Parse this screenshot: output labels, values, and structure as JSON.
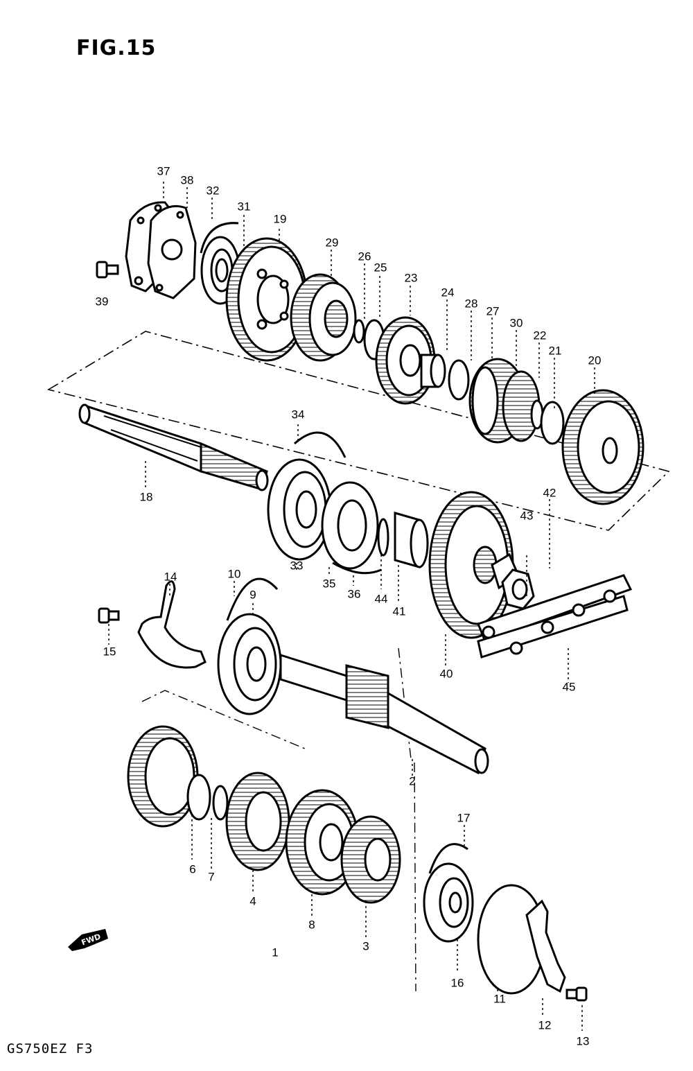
{
  "figure_title": "FIG.15",
  "model_code": "GS750EZ F3",
  "fwd_label": "FWD",
  "callouts": [
    {
      "num": "37"
    },
    {
      "num": "38"
    },
    {
      "num": "32"
    },
    {
      "num": "31"
    },
    {
      "num": "19"
    },
    {
      "num": "29"
    },
    {
      "num": "26"
    },
    {
      "num": "25"
    },
    {
      "num": "23"
    },
    {
      "num": "24"
    },
    {
      "num": "28"
    },
    {
      "num": "27"
    },
    {
      "num": "30"
    },
    {
      "num": "22"
    },
    {
      "num": "21"
    },
    {
      "num": "20"
    },
    {
      "num": "39"
    },
    {
      "num": "18"
    },
    {
      "num": "34"
    },
    {
      "num": "33"
    },
    {
      "num": "35"
    },
    {
      "num": "36"
    },
    {
      "num": "44"
    },
    {
      "num": "41"
    },
    {
      "num": "43"
    },
    {
      "num": "42"
    },
    {
      "num": "40"
    },
    {
      "num": "45"
    },
    {
      "num": "14"
    },
    {
      "num": "15"
    },
    {
      "num": "10"
    },
    {
      "num": "9"
    },
    {
      "num": "2"
    },
    {
      "num": "17"
    },
    {
      "num": "6"
    },
    {
      "num": "7"
    },
    {
      "num": "4"
    },
    {
      "num": "8"
    },
    {
      "num": "3"
    },
    {
      "num": "1"
    },
    {
      "num": "16"
    },
    {
      "num": "11"
    },
    {
      "num": "12"
    },
    {
      "num": "13"
    }
  ]
}
